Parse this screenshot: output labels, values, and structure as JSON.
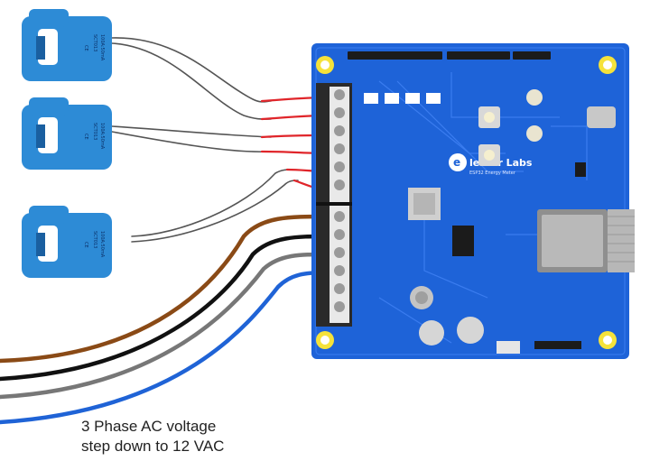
{
  "caption": {
    "line1": "3 Phase AC voltage",
    "line2": "step down to 12 VAC"
  },
  "board": {
    "brand": "lektor Labs",
    "brand_mark": "e",
    "subtitle": "ESP32 Energy Meter",
    "board_color": "#1e63d8",
    "hole_color": "#f5e23a"
  },
  "ct_sensors": {
    "body_color": "#2d8bd6",
    "label_line1": "SCT013",
    "label_line2": "100A:50mA",
    "ce_mark": "CE"
  },
  "wire_colors": {
    "sensor_grey": "#555555",
    "sensor_red": "#e0252a",
    "brown": "#8a4a16",
    "black": "#111111",
    "grey": "#777777",
    "blue": "#1f63d6"
  }
}
